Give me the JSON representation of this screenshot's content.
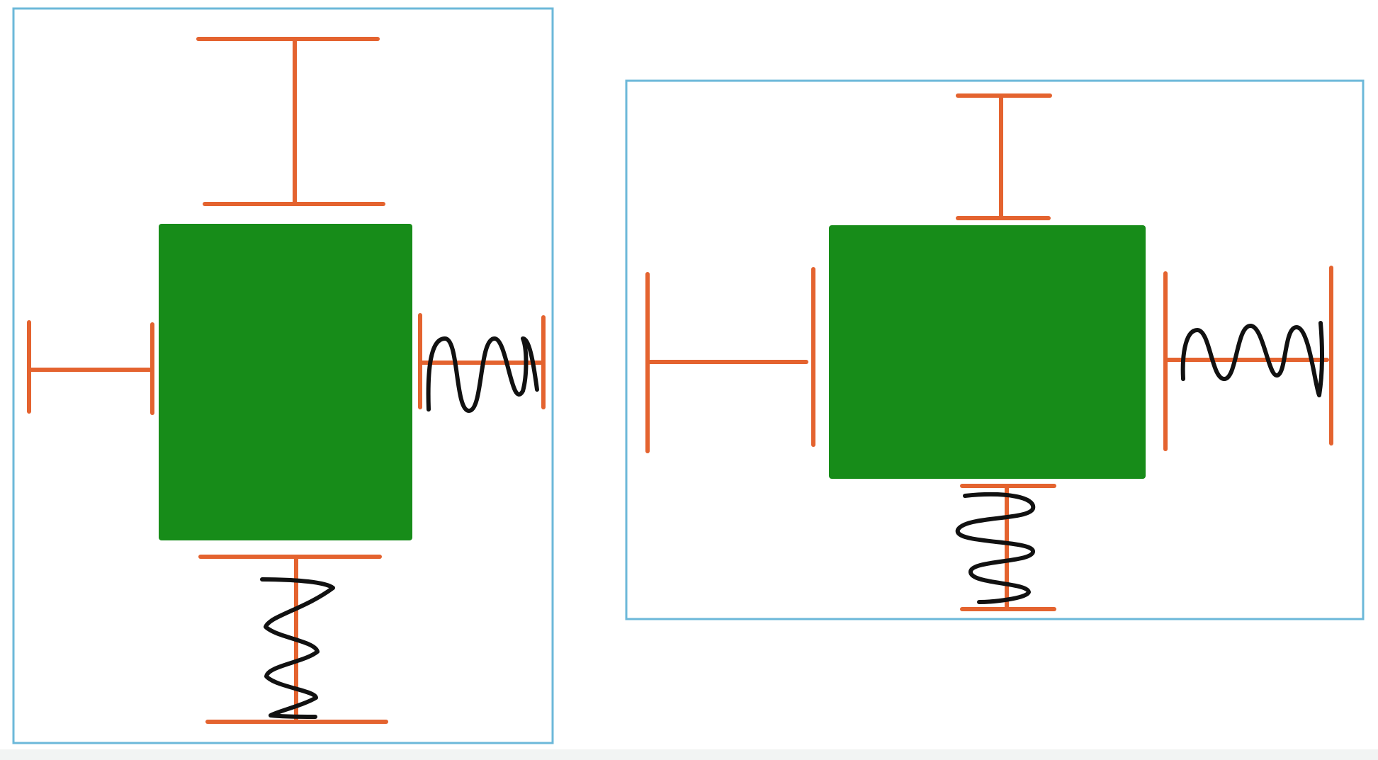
{
  "diagram": {
    "panels": [
      {
        "id": "panel-left",
        "elements": [
          {
            "kind": "rigid-strut",
            "side": "top"
          },
          {
            "kind": "rigid-strut",
            "side": "left"
          },
          {
            "kind": "spring",
            "side": "right"
          },
          {
            "kind": "spring",
            "side": "bottom"
          }
        ]
      },
      {
        "id": "panel-right",
        "elements": [
          {
            "kind": "rigid-strut",
            "side": "top"
          },
          {
            "kind": "rigid-strut",
            "side": "left"
          },
          {
            "kind": "spring",
            "side": "right"
          },
          {
            "kind": "spring",
            "side": "bottom"
          }
        ]
      }
    ],
    "colors": {
      "frame": "#6cb8d9",
      "block": "#178c19",
      "strut": "#e4632f",
      "spring": "#111111",
      "background": "#ffffff"
    }
  }
}
